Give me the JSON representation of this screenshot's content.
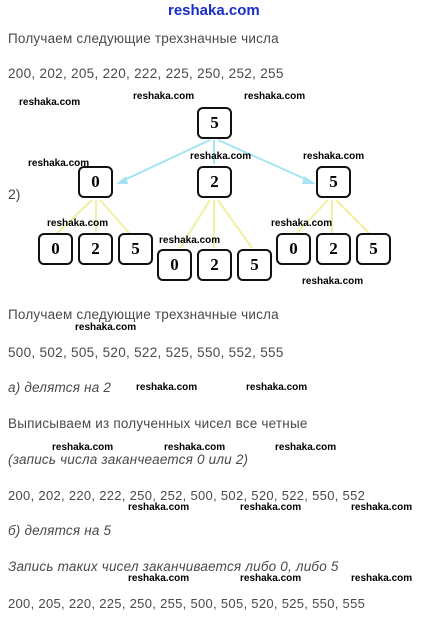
{
  "watermark_top": "reshaka.com",
  "watermark": "reshaka.com",
  "text": {
    "intro1": "Получаем следующие трехзначные числа",
    "nums1": "200, 202, 205, 220, 222, 225, 250, 252, 255",
    "label2": "2)",
    "intro2": "Получаем следующие трехзначные числа",
    "nums2": "500, 502, 505, 520, 522, 525, 550, 552, 555",
    "a_label": "а) делятся на 2",
    "writeout": "Выписываем из полученных чисел все четные",
    "note": "(запись числа заканчеается 0 или 2)",
    "nums_even": "200, 202, 220, 222, 250, 252, 500, 502, 520, 522, 550, 552",
    "b_label": "б) делятся на 5",
    "rule5": "Запись таких чисел заканчивается либо 0, либо 5",
    "nums_five": "200, 205, 220, 225, 250, 255, 500, 505, 520, 525, 550, 555"
  },
  "tree": {
    "root": "5",
    "level1": [
      "0",
      "2",
      "5"
    ],
    "level2": [
      [
        "0",
        "2",
        "5"
      ],
      [
        "0",
        "2",
        "5"
      ],
      [
        "0",
        "2",
        "5"
      ]
    ]
  },
  "colors": {
    "edge_level1": "#a6e4f2",
    "edge_level2": "#f0f0a0",
    "watermark_top": "#1a2ec8"
  }
}
